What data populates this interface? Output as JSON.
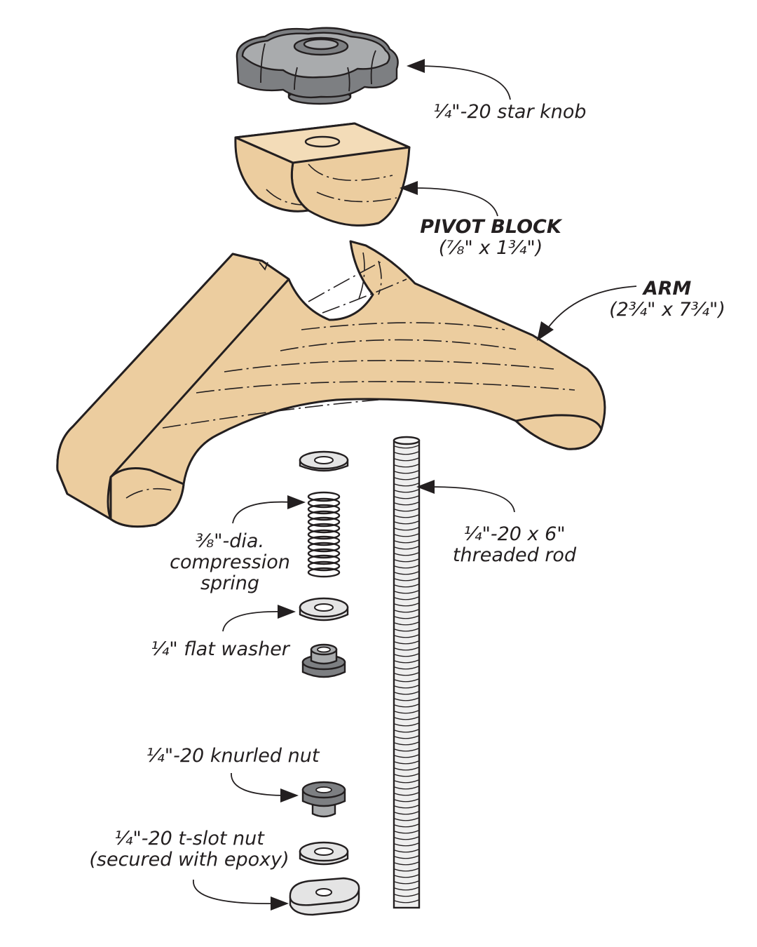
{
  "labels": {
    "star_knob": "¼\"-20 star knob",
    "pivot_block_title": "PIVOT BLOCK",
    "pivot_block_dims": "(⅞\" x 1¾\")",
    "arm_title": "ARM",
    "arm_dims": "(2¾\" x 7¾\")",
    "threaded_rod_line1": "¼\"-20 x 6\"",
    "threaded_rod_line2": "threaded rod",
    "spring_line1": "⅜\"-dia.",
    "spring_line2": "compression",
    "spring_line3": "spring",
    "flat_washer": "¼\" flat washer",
    "knurled_nut": "¼\"-20 knurled nut",
    "tslot_line1": "¼\"-20 t-slot nut",
    "tslot_line2": "(secured with epoxy)"
  },
  "colors": {
    "wood": "#eccd9f",
    "wood_top": "#f3dcb8",
    "knob": "#7d7f82",
    "metal_light": "#e4e4e4",
    "outline": "#231f20"
  }
}
